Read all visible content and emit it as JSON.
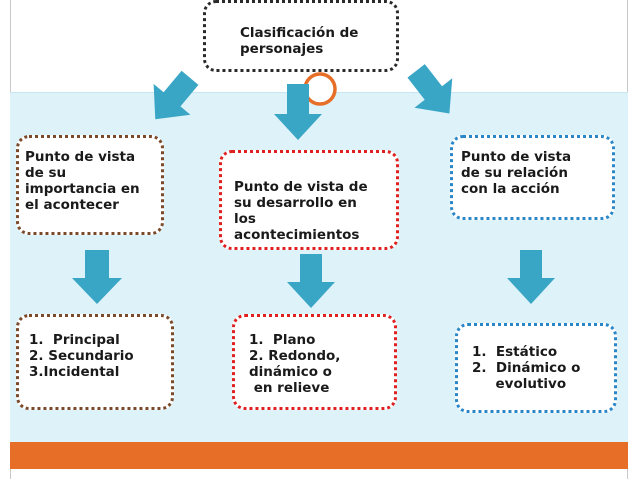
{
  "colors": {
    "band": "#ddf2f9",
    "footer": "#e66e27",
    "arrow": "#3aa6c6",
    "ring": "#e66e27",
    "border_brown": "#7a4a2a",
    "border_red": "#e02020",
    "border_blue": "#2a86c7",
    "border_dark": "#2a2a2a"
  },
  "title": {
    "line1": "Clasificación de",
    "line2": "personajes"
  },
  "left": {
    "heading": [
      "Punto de vista",
      "de su",
      "importancia en",
      "el acontecer"
    ],
    "items": [
      "1.  Principal",
      "2. Secundario",
      "3.Incidental"
    ]
  },
  "middle": {
    "heading": [
      "Punto de vista de",
      "su desarrollo en",
      "los",
      "acontecimientos"
    ],
    "items": [
      "1.  Plano",
      "2. Redondo,",
      "dinámico o",
      " en relieve"
    ]
  },
  "right": {
    "heading": [
      "Punto de vista",
      "de su relación",
      "con la acción"
    ],
    "items": [
      "1.  Estático",
      "2.  Dinámico o",
      "     evolutivo"
    ]
  }
}
